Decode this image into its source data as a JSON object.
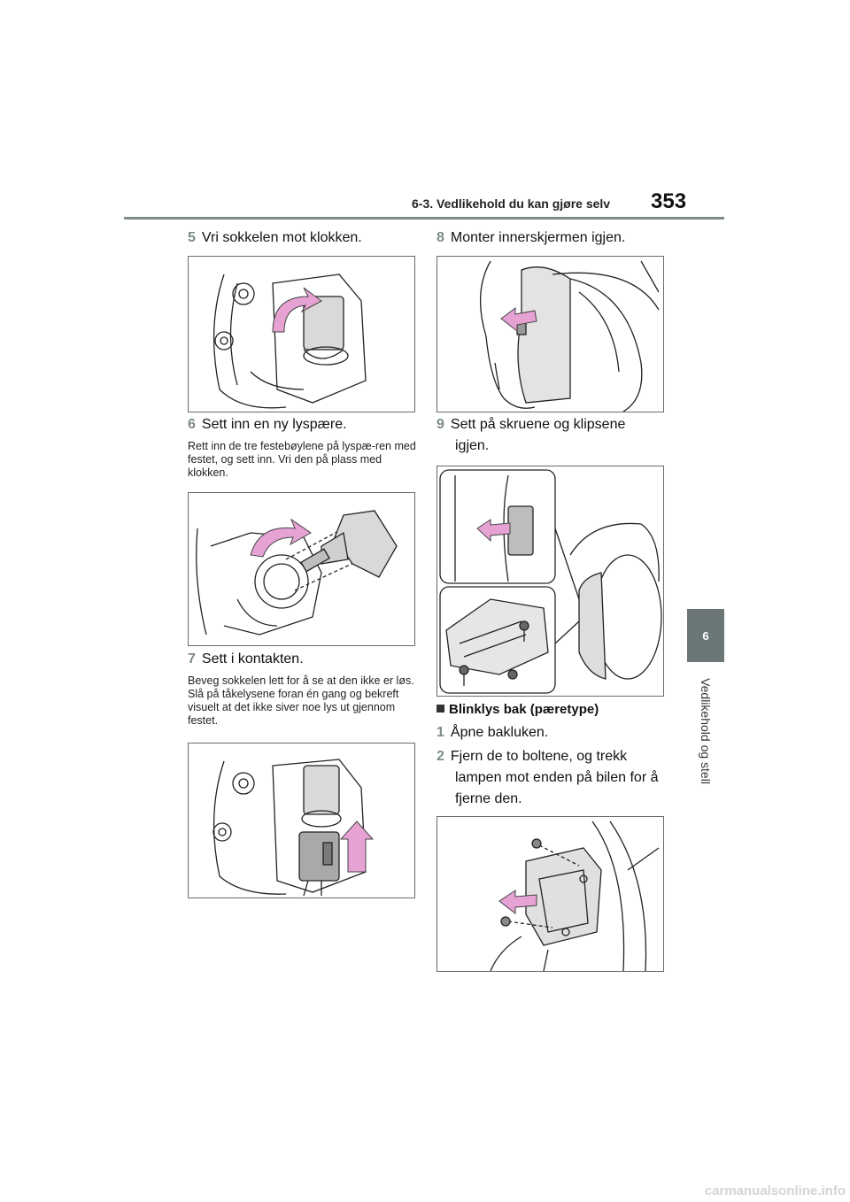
{
  "header": {
    "section": "6-3. Vedlikehold du kan gjøre selv",
    "page_number": "353"
  },
  "side_tab": {
    "chapter": "6",
    "label": "Vedlikehold og stell"
  },
  "left": {
    "step5": {
      "num": "5",
      "text": "Vri sokkelen mot klokken."
    },
    "step6": {
      "num": "6",
      "text": "Sett inn en ny lyspære.",
      "note": "Rett inn de tre festebøylene på lyspæ-ren med festet, og sett inn. Vri den på plass med klokken."
    },
    "step7": {
      "num": "7",
      "text": "Sett i kontakten.",
      "note": "Beveg sokkelen lett for å se at den ikke er løs. Slå på tåkelysene foran én gang og bekreft visuelt at det ikke siver noe lys ut gjennom festet."
    }
  },
  "right": {
    "step8": {
      "num": "8",
      "text": "Monter innerskjermen igjen."
    },
    "step9": {
      "num": "9",
      "text_line1": "Sett på skruene og klipsene",
      "text_line2": "igjen."
    },
    "section_title": "Blinklys bak (pæretype)",
    "step1": {
      "num": "1",
      "text": "Åpne bakluken."
    },
    "step2": {
      "num": "2",
      "text_line1": "Fjern de to boltene, og trekk",
      "text_line2": "lampen mot enden på bilen for å",
      "text_line3": "fjerne den."
    }
  },
  "watermark": "carmanualsonline.info",
  "colors": {
    "accent_gray": "#7d8a8a",
    "tab_gray": "#6b7777",
    "arrow_pink": "#e7a2d4"
  }
}
